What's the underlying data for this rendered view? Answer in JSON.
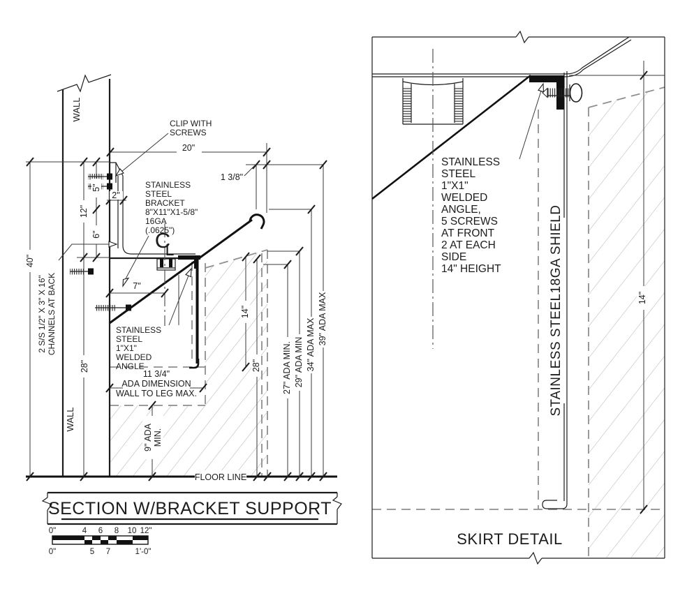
{
  "section": {
    "title": "SECTION W/BRACKET SUPPORT",
    "wall_top": "WALL",
    "wall_bottom": "WALL",
    "floor_label": "FLOOR LINE",
    "clip_note": {
      "l1": "CLIP WITH",
      "l2": "SCREWS"
    },
    "bracket_note": {
      "l1": "STAINLESS",
      "l2": "STEEL",
      "l3": "BRACKET",
      "l4": "8\"X11\"X1-5/8\"",
      "l5": "16GA",
      "l6": "(.0625\")"
    },
    "channels_note": {
      "l1": "2 S/S 1/2\" X 3\" X 16\"",
      "l2": "CHANNELS AT BACK"
    },
    "angle_note": {
      "l1": "STAINLESS",
      "l2": "STEEL",
      "l3": "1\"X1\"",
      "l4": "WELDED",
      "l5": "ANGLE"
    },
    "ada_note": {
      "l1": "11 3/4\"",
      "l2": "ADA DIMENSION",
      "l3": "WALL TO LEG MAX."
    },
    "centerline_symbol": {
      "c": "C",
      "l": "L"
    },
    "dims": {
      "depth20": "20\"",
      "lip138": "1 3/8\"",
      "h5": "5\"",
      "w2": "2\"",
      "h12": "12\"",
      "h6": "6\"",
      "h40": "40\"",
      "w7": "7\"",
      "h28_wall": "28\"",
      "h14_shield": "14\"",
      "h28_shield": "28\"",
      "h9_l1": "9\" ADA",
      "h9_l2": "MIN.",
      "ada27": "27\" ADA MIN.",
      "ada29": "29\" ADA MIN",
      "ada34": "34\" ADA MAX",
      "ada39": "39\" ADA MAX"
    },
    "scale_bar": {
      "top": {
        "t0": "0\"",
        "t4": "4",
        "t6": "6",
        "t8": "8",
        "t10": "10",
        "t12": "12\""
      },
      "bottom": {
        "b0": "0\"",
        "b5": "5",
        "b7": "7",
        "b12": "1'-0\""
      }
    }
  },
  "skirt": {
    "title": "SKIRT DETAIL",
    "angle_note": {
      "l1": "STAINLESS",
      "l2": "STEEL",
      "l3": "1\"X1\"",
      "l4": "WELDED",
      "l5": "ANGLE,",
      "l6": "5 SCREWS",
      "l7": "AT FRONT",
      "l8": "2 AT EACH",
      "l9": "SIDE",
      "l10": "14\" HEIGHT"
    },
    "shield_label": "STAINLESS STEEL18GA SHIELD",
    "dims": {
      "h14": "14\""
    }
  },
  "colors": {
    "ink": "#1c1c1c",
    "dash_gray": "#8f8f8f",
    "hatch_gray": "#b4b4b4",
    "paper": "#ffffff"
  }
}
